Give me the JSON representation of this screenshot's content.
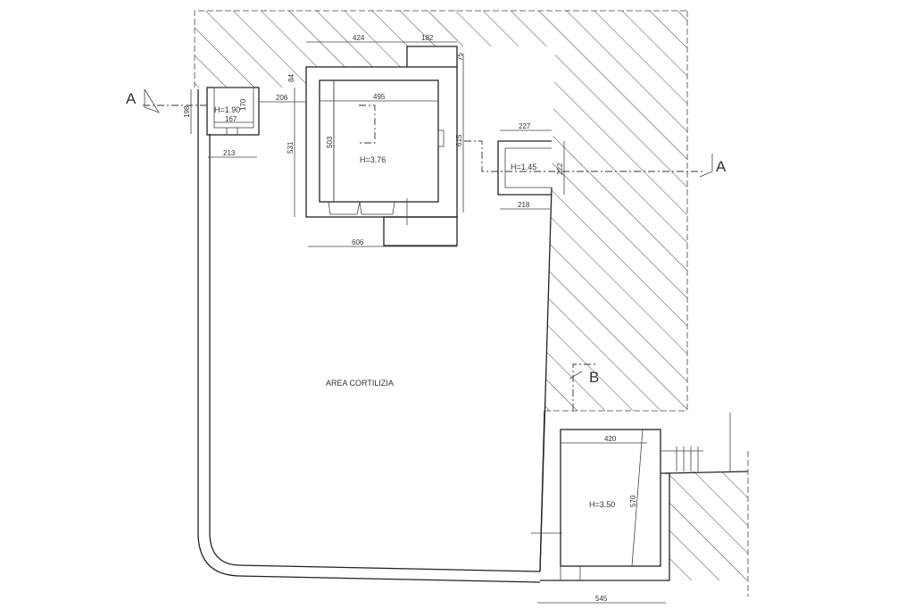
{
  "courtyard_label": "AREA CORTILIZIA",
  "section_labels": {
    "a_left": "A",
    "a_right": "A",
    "b": "B"
  },
  "rooms": {
    "small_left_height": "H=1.90",
    "main_height": "H=3.76",
    "small_right_height": "H=1.45",
    "lower_right_height": "H=3.50"
  },
  "dimensions": {
    "d424": "424",
    "d182": "182",
    "d75": "75",
    "d84": "84",
    "d206": "206",
    "d495": "495",
    "d198": "198",
    "d170": "170",
    "d167": "167",
    "d213": "213",
    "d531": "531",
    "d503": "503",
    "d615": "615",
    "d606": "606",
    "d227": "227",
    "d222": "222",
    "d218": "218",
    "d420": "420",
    "d570": "570",
    "d545": "545"
  },
  "colors": {
    "line": "#222222",
    "paper": "#ffffff"
  }
}
